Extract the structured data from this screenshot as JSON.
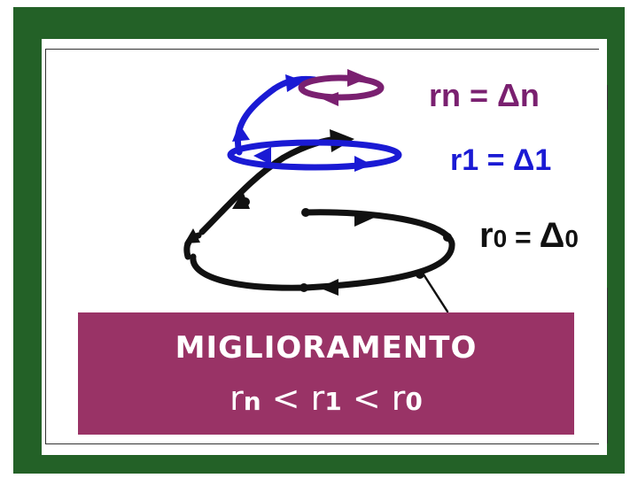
{
  "labels": {
    "rn": {
      "r": "rn",
      "eq": " = ",
      "delta": "Δn"
    },
    "r1": {
      "r": "r1",
      "eq": " = ",
      "delta": "Δ1"
    },
    "r0": {
      "r": "r",
      "sub": "0",
      "eq": " = ",
      "delta": "Δ",
      "delta_sub": "0"
    }
  },
  "banner": {
    "title": "MIGLIORAMENTO",
    "formula": {
      "t1": "r",
      "s1": "n",
      "op1": " < ",
      "t2": "r",
      "s2": "1",
      "op2": " < ",
      "t3": "r",
      "s3": "0"
    }
  },
  "colors": {
    "border_green": "#236127",
    "banner": "#993366",
    "purple": "#7a2070",
    "blue": "#1a1ad4",
    "black": "#111111"
  }
}
